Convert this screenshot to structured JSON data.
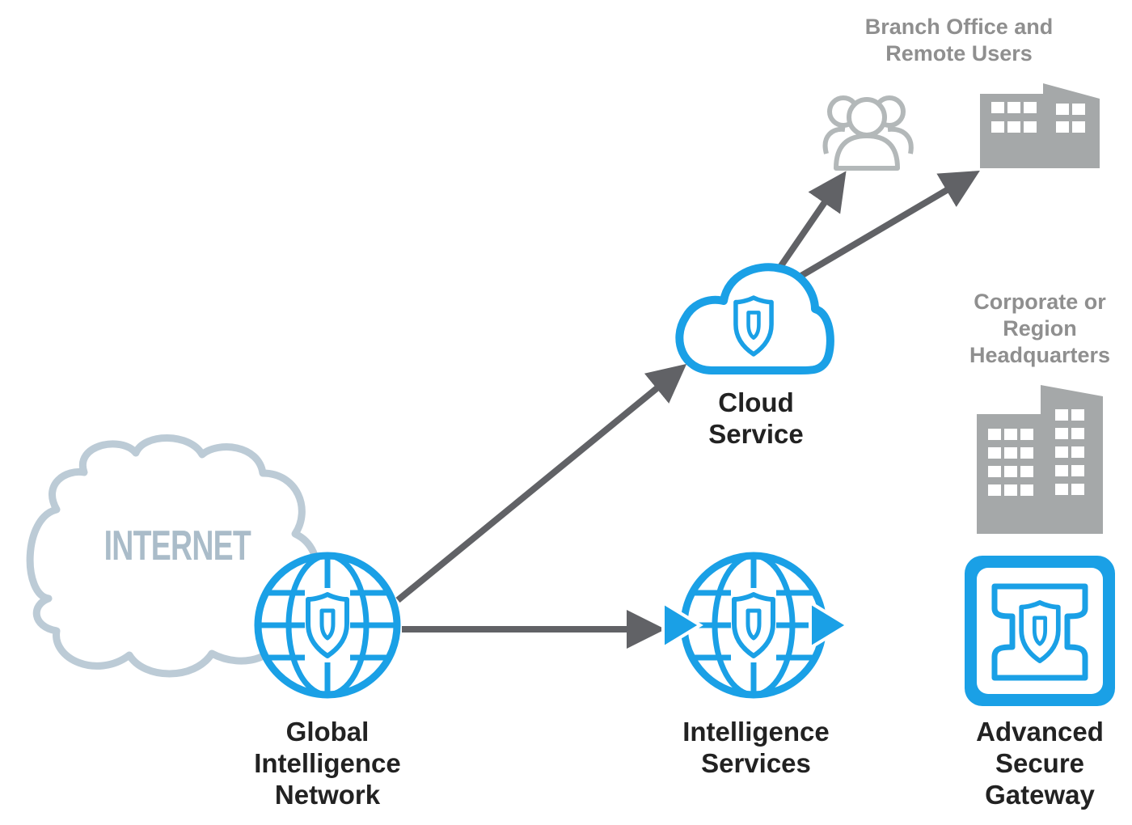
{
  "colors": {
    "accent_blue": "#1aa0e6",
    "arrow_gray": "#616266",
    "building_gray": "#a5a8a9",
    "internet_cloud": "#bccbd6",
    "label_dark": "#222222",
    "label_gray": "#8f8f8f"
  },
  "internet": {
    "label": "INTERNET",
    "icon": "cloud-icon"
  },
  "nodes": {
    "global_network": {
      "lines": [
        "Global",
        "Intelligence",
        "Network"
      ],
      "icon": "globe-shield-icon"
    },
    "cloud_service": {
      "lines": [
        "Cloud",
        "Service"
      ],
      "icon": "cloud-shield-icon"
    },
    "intel_services": {
      "lines": [
        "Intelligence",
        "Services"
      ],
      "icon": "globe-shield-arrows-icon"
    },
    "gateway": {
      "lines": [
        "Advanced",
        "Secure",
        "Gateway"
      ],
      "icon": "gateway-chip-icon"
    }
  },
  "destinations": {
    "branch": {
      "lines": [
        "Branch Office and",
        "Remote Users"
      ],
      "icons": [
        "users-icon",
        "building-icon"
      ]
    },
    "hq": {
      "lines": [
        "Corporate or",
        "Region",
        "Headquarters"
      ],
      "icon": "tall-building-icon"
    }
  },
  "connections": [
    {
      "from": "Global Intelligence Network",
      "to": "Cloud Service"
    },
    {
      "from": "Global Intelligence Network",
      "to": "Intelligence Services"
    },
    {
      "from": "Cloud Service",
      "to": "Remote Users"
    },
    {
      "from": "Cloud Service",
      "to": "Branch Office"
    }
  ]
}
